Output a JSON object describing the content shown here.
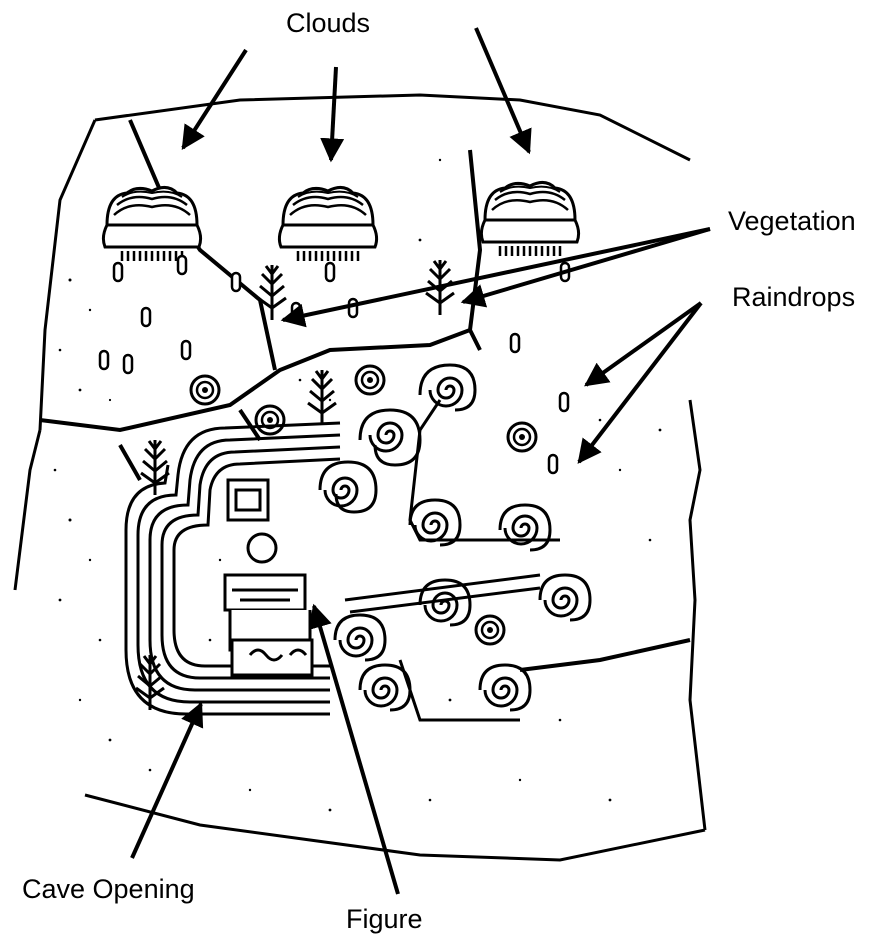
{
  "labels": {
    "clouds": "Clouds",
    "vegetation": "Vegetation",
    "raindrops": "Raindrops",
    "cave_opening": "Cave Opening",
    "figure": "Figure"
  },
  "colors": {
    "ink": "#000000",
    "paper": "#ffffff"
  }
}
